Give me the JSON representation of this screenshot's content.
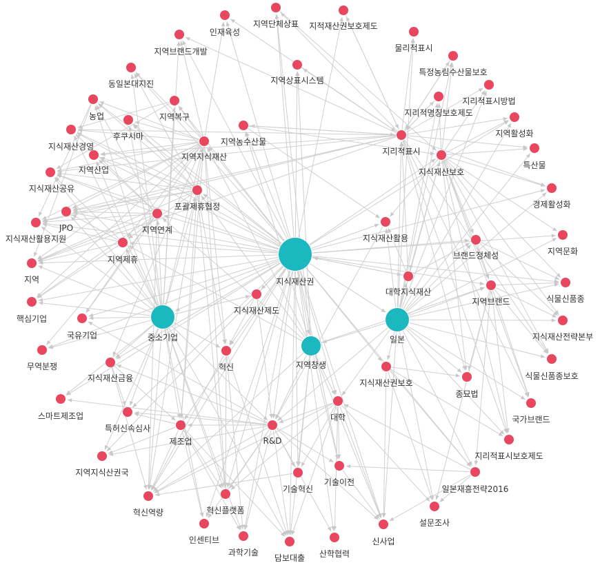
{
  "colors": {
    "edge": "#cfcfcf",
    "minor_node": "#e8475f",
    "major_node": "#1cb8c0",
    "label": "#333333"
  },
  "nodes": [
    {
      "id": "n0",
      "label": "지식재산권",
      "group": "major"
    },
    {
      "id": "n1",
      "label": "중소기업",
      "group": "major"
    },
    {
      "id": "n2",
      "label": "일본",
      "group": "major"
    },
    {
      "id": "n3",
      "label": "지역창생",
      "group": "major"
    },
    {
      "id": "n4",
      "label": "인재육성",
      "group": "minor"
    },
    {
      "id": "n5",
      "label": "지역단체상표",
      "group": "minor"
    },
    {
      "id": "n6",
      "label": "지적재산권보호제도",
      "group": "minor"
    },
    {
      "id": "n7",
      "label": "지역브랜드개발",
      "group": "minor"
    },
    {
      "id": "n8",
      "label": "물리적표시",
      "group": "minor"
    },
    {
      "id": "n9",
      "label": "특정농림수산물보호",
      "group": "minor"
    },
    {
      "id": "n10",
      "label": "동일본대지진",
      "group": "minor"
    },
    {
      "id": "n11",
      "label": "지역상표시스템",
      "group": "minor"
    },
    {
      "id": "n12",
      "label": "지리적표시방법",
      "group": "minor"
    },
    {
      "id": "n13",
      "label": "지리적명칭보호제도",
      "group": "minor"
    },
    {
      "id": "n14",
      "label": "농업",
      "group": "minor"
    },
    {
      "id": "n15",
      "label": "지역복구",
      "group": "minor"
    },
    {
      "id": "n16",
      "label": "후쿠시마",
      "group": "minor"
    },
    {
      "id": "n17",
      "label": "지역활성화",
      "group": "minor"
    },
    {
      "id": "n18",
      "label": "지식재산경영",
      "group": "minor"
    },
    {
      "id": "n19",
      "label": "지역농수산물",
      "group": "minor"
    },
    {
      "id": "n20",
      "label": "지리적표시",
      "group": "minor"
    },
    {
      "id": "n21",
      "label": "지역지식재산",
      "group": "minor"
    },
    {
      "id": "n22",
      "label": "지역산업",
      "group": "minor"
    },
    {
      "id": "n23",
      "label": "지식재산보호",
      "group": "minor"
    },
    {
      "id": "n24",
      "label": "특산물",
      "group": "minor"
    },
    {
      "id": "n25",
      "label": "지식재산공유",
      "group": "minor"
    },
    {
      "id": "n26",
      "label": "포괄제휴협정",
      "group": "minor"
    },
    {
      "id": "n27",
      "label": "경제활성화",
      "group": "minor"
    },
    {
      "id": "n28",
      "label": "JPO",
      "group": "minor"
    },
    {
      "id": "n29",
      "label": "지역연계",
      "group": "minor"
    },
    {
      "id": "n30",
      "label": "지식재산활용지원",
      "group": "minor"
    },
    {
      "id": "n31",
      "label": "지식재산활용",
      "group": "minor"
    },
    {
      "id": "n32",
      "label": "지역문화",
      "group": "minor"
    },
    {
      "id": "n33",
      "label": "지역제휴",
      "group": "minor"
    },
    {
      "id": "n34",
      "label": "브랜드정체성",
      "group": "minor"
    },
    {
      "id": "n35",
      "label": "지역",
      "group": "minor"
    },
    {
      "id": "n36",
      "label": "대학지식재산",
      "group": "minor"
    },
    {
      "id": "n37",
      "label": "식물신품종",
      "group": "minor"
    },
    {
      "id": "n38",
      "label": "지역브랜드",
      "group": "minor"
    },
    {
      "id": "n39",
      "label": "지식재산제도",
      "group": "minor"
    },
    {
      "id": "n40",
      "label": "핵심기업",
      "group": "minor"
    },
    {
      "id": "n41",
      "label": "국유기업",
      "group": "minor"
    },
    {
      "id": "n42",
      "label": "지식재산전략본부",
      "group": "minor"
    },
    {
      "id": "n43",
      "label": "혁신",
      "group": "minor"
    },
    {
      "id": "n44",
      "label": "무역분쟁",
      "group": "minor"
    },
    {
      "id": "n45",
      "label": "식물신품종보호",
      "group": "minor"
    },
    {
      "id": "n46",
      "label": "지식재산금융",
      "group": "minor"
    },
    {
      "id": "n47",
      "label": "지식재산권보호",
      "group": "minor"
    },
    {
      "id": "n48",
      "label": "종묘법",
      "group": "minor"
    },
    {
      "id": "n49",
      "label": "스마트제조업",
      "group": "minor"
    },
    {
      "id": "n50",
      "label": "대학",
      "group": "minor"
    },
    {
      "id": "n51",
      "label": "국가브랜드",
      "group": "minor"
    },
    {
      "id": "n52",
      "label": "특허신속심사",
      "group": "minor"
    },
    {
      "id": "n53",
      "label": "R&D",
      "group": "minor"
    },
    {
      "id": "n54",
      "label": "제조업",
      "group": "minor"
    },
    {
      "id": "n55",
      "label": "지리적표시보호제도",
      "group": "minor"
    },
    {
      "id": "n56",
      "label": "지역지식산권국",
      "group": "minor"
    },
    {
      "id": "n57",
      "label": "기술혁신",
      "group": "minor"
    },
    {
      "id": "n58",
      "label": "기술이전",
      "group": "minor"
    },
    {
      "id": "n59",
      "label": "일본재흥전략2016",
      "group": "minor"
    },
    {
      "id": "n60",
      "label": "혁신역량",
      "group": "minor"
    },
    {
      "id": "n61",
      "label": "혁신플랫폼",
      "group": "minor"
    },
    {
      "id": "n62",
      "label": "설문조사",
      "group": "minor"
    },
    {
      "id": "n63",
      "label": "인센티브",
      "group": "minor"
    },
    {
      "id": "n64",
      "label": "과학기술",
      "group": "minor"
    },
    {
      "id": "n65",
      "label": "담보대출",
      "group": "minor"
    },
    {
      "id": "n66",
      "label": "산학협력",
      "group": "minor"
    },
    {
      "id": "n67",
      "label": "신사업",
      "group": "minor"
    }
  ]
}
